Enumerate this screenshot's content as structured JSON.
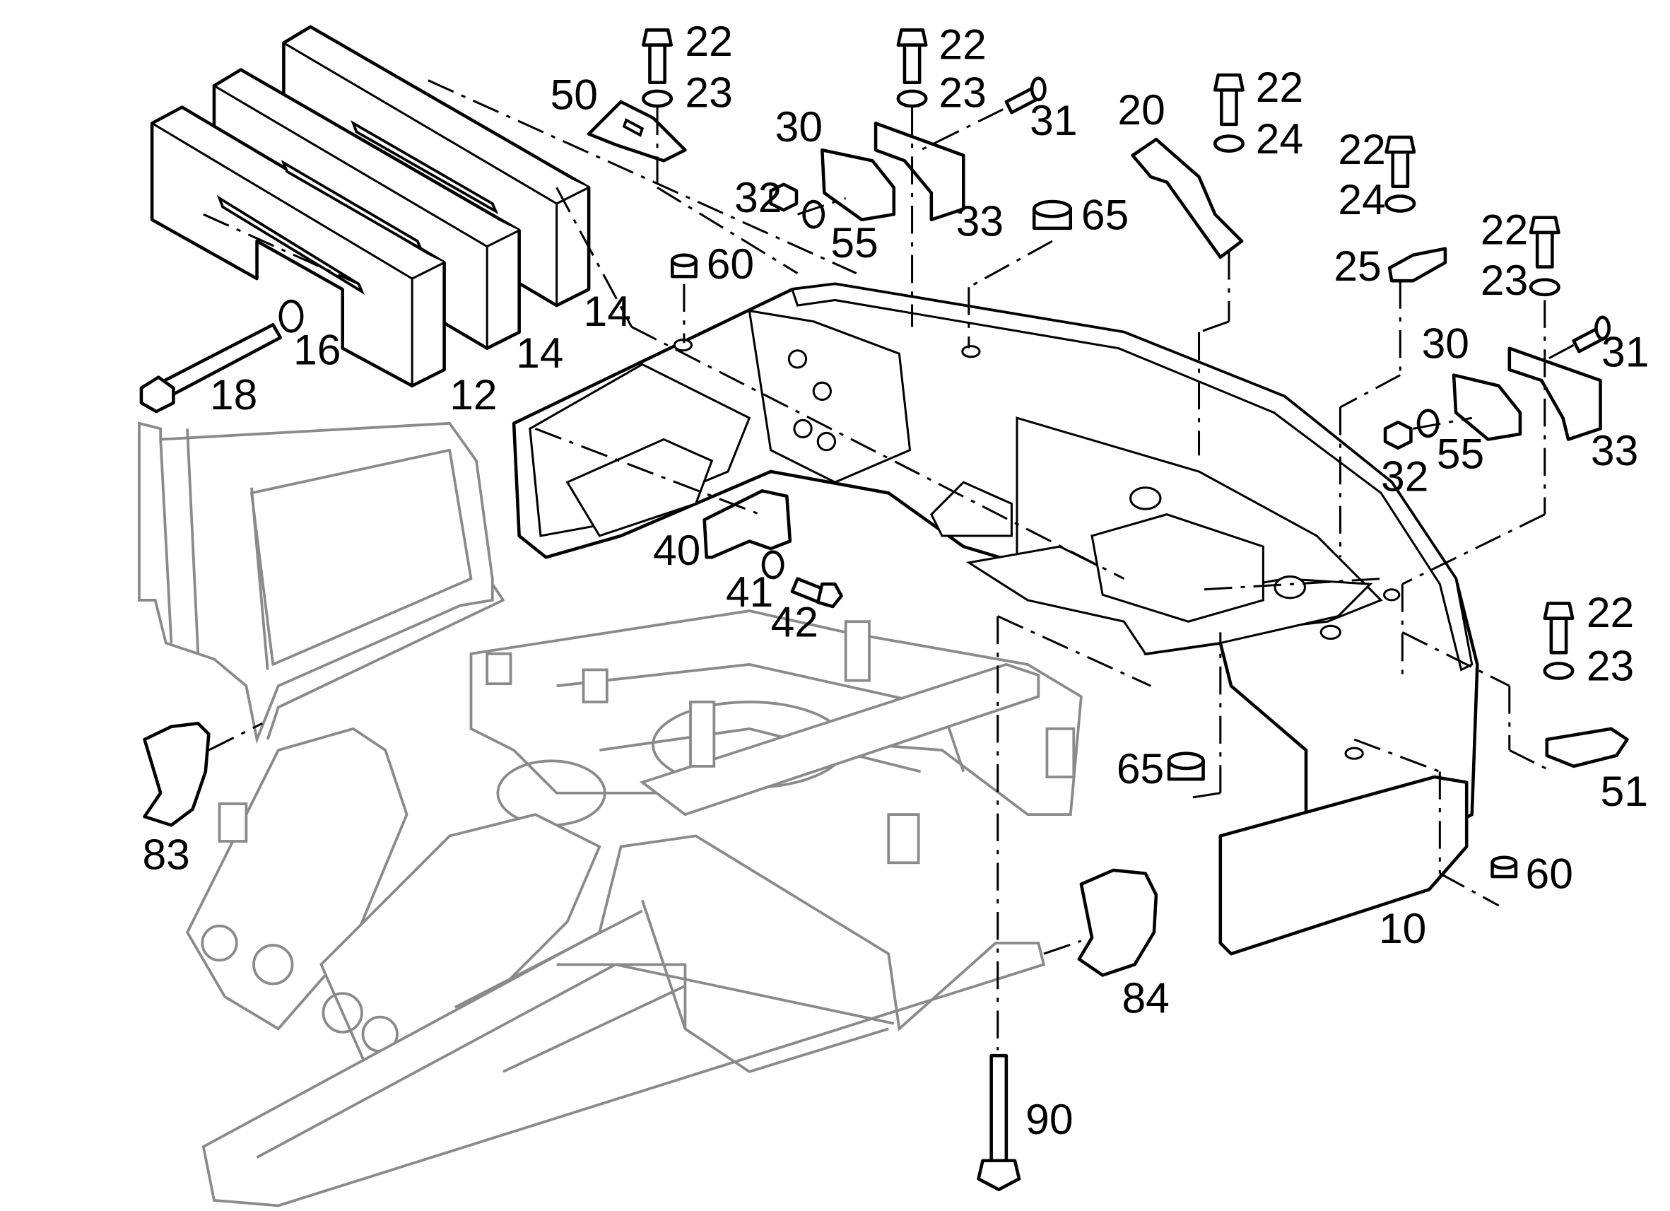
{
  "diagram": {
    "callouts": [
      {
        "id": "c22a",
        "label": "22"
      },
      {
        "id": "c23a",
        "label": "23"
      },
      {
        "id": "c50",
        "label": "50"
      },
      {
        "id": "c22b",
        "label": "22"
      },
      {
        "id": "c23b",
        "label": "23"
      },
      {
        "id": "c30a",
        "label": "30"
      },
      {
        "id": "c31a",
        "label": "31"
      },
      {
        "id": "c32a",
        "label": "32"
      },
      {
        "id": "c55a",
        "label": "55"
      },
      {
        "id": "c33a",
        "label": "33"
      },
      {
        "id": "c65a",
        "label": "65"
      },
      {
        "id": "c20",
        "label": "20"
      },
      {
        "id": "c22c",
        "label": "22"
      },
      {
        "id": "c24a",
        "label": "24"
      },
      {
        "id": "c22d",
        "label": "22"
      },
      {
        "id": "c24b",
        "label": "24"
      },
      {
        "id": "c25",
        "label": "25"
      },
      {
        "id": "c22e",
        "label": "22"
      },
      {
        "id": "c23c",
        "label": "23"
      },
      {
        "id": "c31b",
        "label": "31"
      },
      {
        "id": "c30b",
        "label": "30"
      },
      {
        "id": "c32b",
        "label": "32"
      },
      {
        "id": "c55b",
        "label": "55"
      },
      {
        "id": "c33b",
        "label": "33"
      },
      {
        "id": "c60a",
        "label": "60"
      },
      {
        "id": "c14a",
        "label": "14"
      },
      {
        "id": "c14b",
        "label": "14"
      },
      {
        "id": "c16",
        "label": "16"
      },
      {
        "id": "c18",
        "label": "18"
      },
      {
        "id": "c12",
        "label": "12"
      },
      {
        "id": "c40",
        "label": "40"
      },
      {
        "id": "c41",
        "label": "41"
      },
      {
        "id": "c42",
        "label": "42"
      },
      {
        "id": "c22f",
        "label": "22"
      },
      {
        "id": "c23d",
        "label": "23"
      },
      {
        "id": "c51",
        "label": "51"
      },
      {
        "id": "c65b",
        "label": "65"
      },
      {
        "id": "c60b",
        "label": "60"
      },
      {
        "id": "c10",
        "label": "10"
      },
      {
        "id": "c83",
        "label": "83"
      },
      {
        "id": "c84",
        "label": "84"
      },
      {
        "id": "c90",
        "label": "90"
      }
    ]
  }
}
